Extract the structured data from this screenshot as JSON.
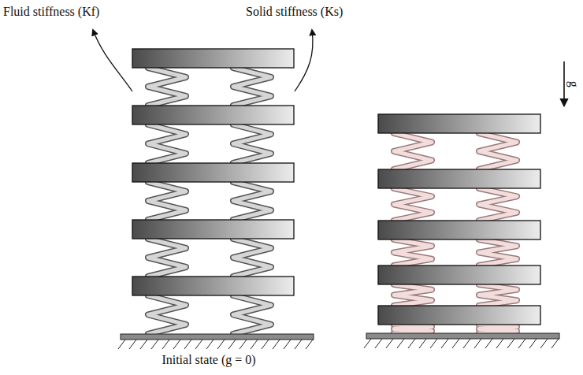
{
  "diagram": {
    "labels": [
      "Fluid stiffness (Kf)",
      "Solid stiffness (Ks)",
      "g",
      "Initial state (g = 0)"
    ]
  }
}
